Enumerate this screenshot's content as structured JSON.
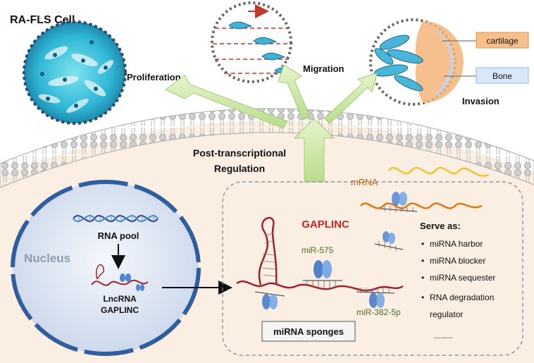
{
  "title": "RA-FLS Cell",
  "outcomes": {
    "proliferation": "Proliferation",
    "migration": "Migration",
    "invasion": "Invasion",
    "cartilage": "cartilage",
    "bone": "Bone"
  },
  "regulation": {
    "line1": "Post-transcriptional",
    "line2": "Regulation"
  },
  "nucleus": {
    "label": "Nucleus",
    "rna_pool": "RNA pool",
    "lncrna_line1": "LncRNA",
    "lncrna_line2": "GAPLINC"
  },
  "sponge_box": {
    "mrna": "mRNA",
    "gaplinc": "GAPLINC",
    "mir575": "miR-575",
    "mir382": "miR-382-5p",
    "sponges": "miRNA sponges",
    "serve_as": "Serve as:",
    "roles": [
      "miRNA harbor",
      "miRNA blocker",
      "miRNA sequester",
      "RNA degradation"
    ],
    "role_cont": "regulator",
    "ellipsis": "........"
  },
  "colors": {
    "cell_interior": "#fbeee3",
    "membrane": "#c8c8c8",
    "nucleus_fill": "#dfe7f3",
    "nucleus_border": "#2f5f9e",
    "arrow_green": "#cfe8a8",
    "gaplinc_red": "#d42020",
    "mirna_green": "#4f6b2a",
    "mrna_brown": "#b5651d",
    "mrna_yellow": "#f2c230",
    "rna_red": "#a3202a"
  }
}
